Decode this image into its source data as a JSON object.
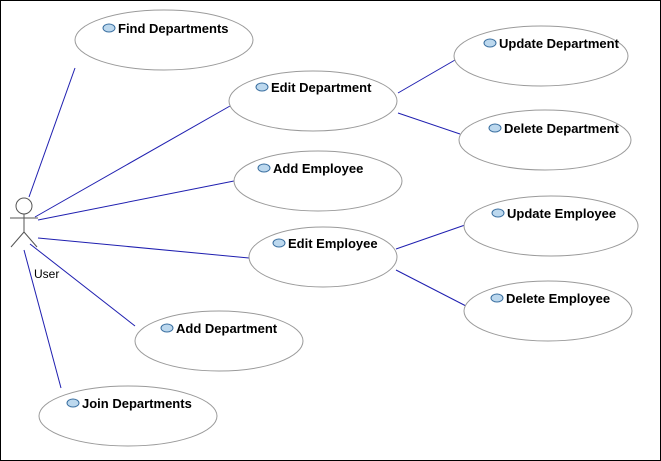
{
  "diagram": {
    "actor": {
      "label": "User"
    },
    "use_cases": [
      {
        "id": "find_departments",
        "label": "Find Departments"
      },
      {
        "id": "edit_department",
        "label": "Edit Department"
      },
      {
        "id": "update_department",
        "label": "Update Department"
      },
      {
        "id": "delete_department",
        "label": "Delete Department"
      },
      {
        "id": "add_employee",
        "label": "Add Employee"
      },
      {
        "id": "edit_employee",
        "label": "Edit Employee"
      },
      {
        "id": "update_employee",
        "label": "Update Employee"
      },
      {
        "id": "delete_employee",
        "label": "Delete Employee"
      },
      {
        "id": "add_department",
        "label": "Add Department"
      },
      {
        "id": "join_departments",
        "label": "Join Departments"
      }
    ],
    "associations": [
      {
        "from": "user",
        "to": "find_departments"
      },
      {
        "from": "user",
        "to": "edit_department"
      },
      {
        "from": "user",
        "to": "add_employee"
      },
      {
        "from": "user",
        "to": "edit_employee"
      },
      {
        "from": "user",
        "to": "add_department"
      },
      {
        "from": "user",
        "to": "join_departments"
      },
      {
        "from": "edit_department",
        "to": "update_department"
      },
      {
        "from": "edit_department",
        "to": "delete_department"
      },
      {
        "from": "edit_employee",
        "to": "update_employee"
      },
      {
        "from": "edit_employee",
        "to": "delete_employee"
      }
    ],
    "colors": {
      "line": "#1f1fb0",
      "ellipse_stroke": "#9a9a9a",
      "ellipse_fill": "#ffffff",
      "icon_fill": "#bcd8ee",
      "icon_stroke": "#3a6fa0",
      "frame": "#000000"
    }
  }
}
